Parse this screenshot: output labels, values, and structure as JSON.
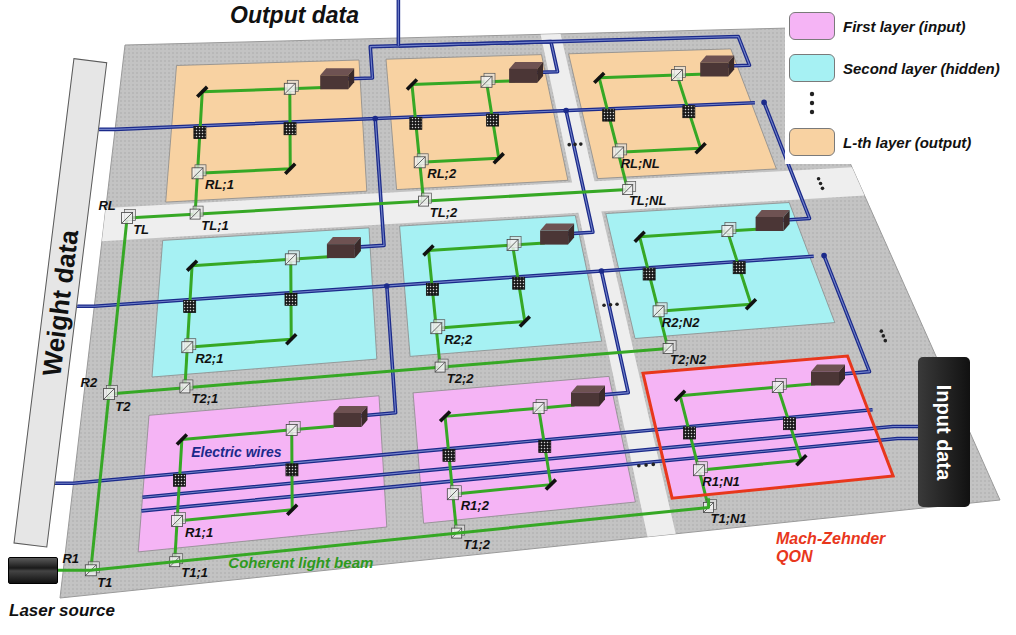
{
  "diagram": {
    "nodes": [
      {
        "text": [
          "Weight data"
        ]
      },
      {
        "text": [
          "Input data"
        ]
      },
      {
        "text": [
          "Laser source"
        ]
      },
      {
        "text": [
          "Mach-Zehnder QON"
        ]
      }
    ],
    "edges": [
      {
        "from": 2,
        "to": 3,
        "arrow": "none",
        "label": "Coherent light beam"
      }
    ],
    "labels": [
      "Output data",
      "TL",
      "RL",
      "TL;1",
      "RL;1",
      "RL;2",
      "TL;2",
      "RL;NL",
      "TL;NL",
      "T2",
      "R2",
      "T2;1",
      "R2;1",
      "R2;2",
      "T2;2",
      "R2;N2",
      "T2;N2",
      "Electric wires",
      "R1",
      "T1",
      "T1;1",
      "R1;1",
      "R1;2",
      "T1;2",
      "R1;N1",
      "T1;N1"
    ],
    "legend": [
      {
        "text": "First layer (input)",
        "color": "#f5b4f5"
      },
      {
        "text": "Second layer (hidden)",
        "color": "#a6f1f3"
      },
      {
        "text": "L-th layer (output)",
        "color": "#f8d2a2"
      }
    ]
  }
}
